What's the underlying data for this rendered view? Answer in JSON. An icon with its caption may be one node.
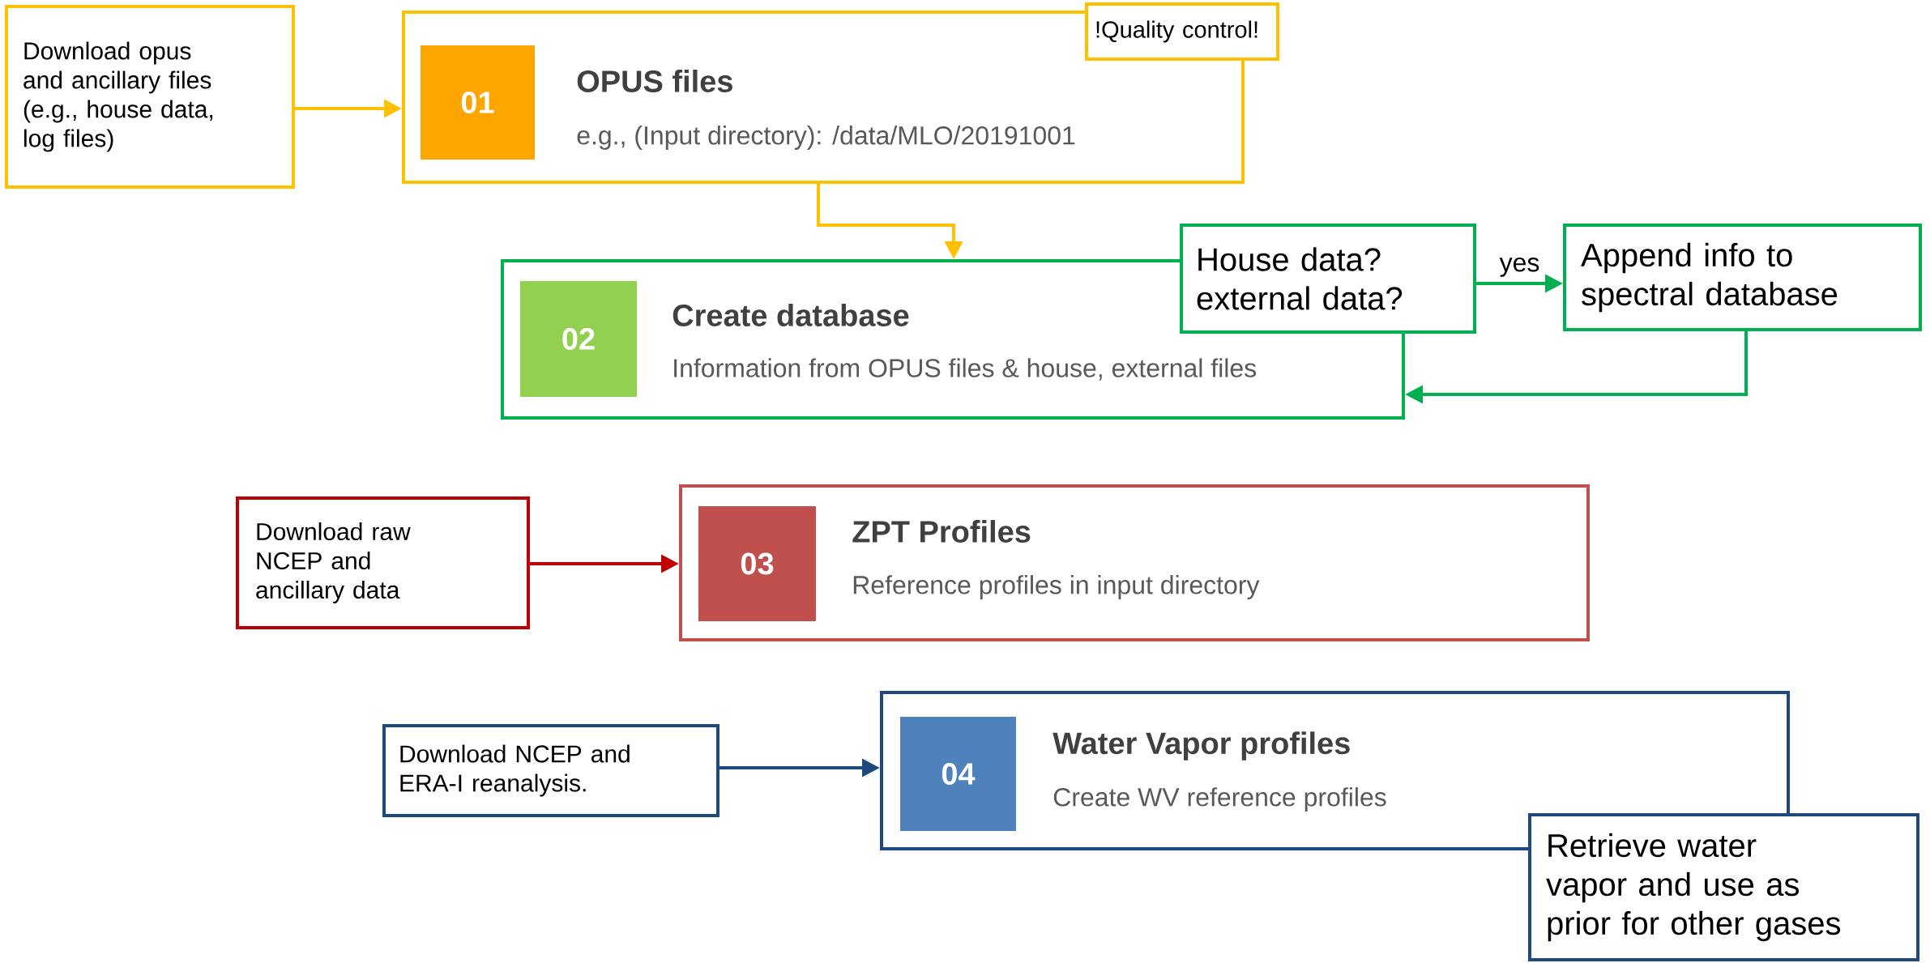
{
  "diagram": {
    "nodes": [
      {
        "text": [
          "Download opus and ancillary files (e.g., house data, log files)"
        ]
      },
      {
        "text": [
          "OPUS files",
          "e.g., (Input directory): /data/MLO/20191001"
        ]
      },
      {
        "text": [
          "01"
        ],
        "in": 1
      },
      {
        "text": [
          "!Quality control!"
        ]
      },
      {
        "text": [
          "Create database",
          "Information from OPUS files & house, external files"
        ]
      },
      {
        "text": [
          "02"
        ],
        "in": 4
      },
      {
        "text": [
          "House data? external data?"
        ]
      },
      {
        "text": [
          "Append info to spectral database"
        ]
      },
      {
        "text": [
          "Download raw NCEP and ancillary data"
        ]
      },
      {
        "text": [
          "ZPT Profiles",
          "Reference profiles in input directory"
        ]
      },
      {
        "text": [
          "03"
        ],
        "in": 9
      },
      {
        "text": [
          "Download NCEP and ERA-I reanalysis."
        ]
      },
      {
        "text": [
          "Water Vapor profiles",
          "Create WV reference profiles"
        ]
      },
      {
        "text": [
          "04"
        ],
        "in": 12
      },
      {
        "text": [
          "Retrieve water vapor and use as prior for other gases"
        ]
      }
    ],
    "edges": [
      {
        "from": 0,
        "to": 1,
        "arrow": "to",
        "color": "#ffc000"
      },
      {
        "from": 1,
        "to": 4,
        "arrow": "to",
        "color": "#ffc000"
      },
      {
        "from": 6,
        "to": 7,
        "arrow": "to",
        "label": "yes",
        "color": "#00b050"
      },
      {
        "from": 7,
        "to": 4,
        "arrow": "to",
        "color": "#00b050"
      },
      {
        "from": 8,
        "to": 9,
        "arrow": "to",
        "color": "#c00000"
      },
      {
        "from": 11,
        "to": 12,
        "arrow": "to",
        "color": "#1f497d"
      }
    ]
  }
}
